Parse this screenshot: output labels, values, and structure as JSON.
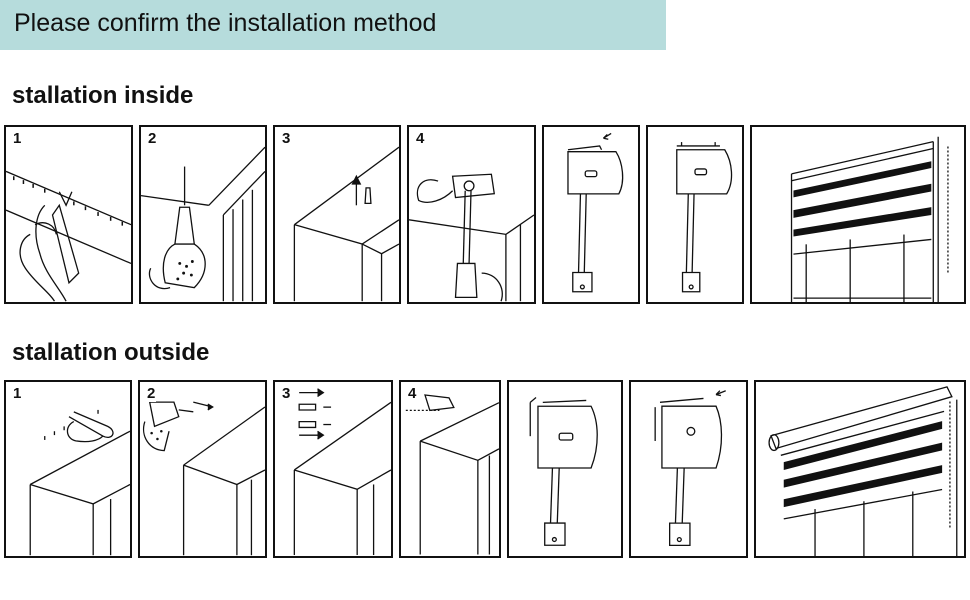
{
  "banner": {
    "title": "Please confirm the installation method",
    "color": "#b6dcdc"
  },
  "inside": {
    "title": "stallation inside",
    "steps": [
      "1",
      "2",
      "3",
      "4"
    ]
  },
  "outside": {
    "title": "stallation outside",
    "steps": [
      "1",
      "2",
      "3",
      "4"
    ]
  },
  "icons": [
    "ruler-marking-icon",
    "drill-icon",
    "wall-anchor-icon",
    "screwdriver-icon",
    "bracket-clip-icon",
    "roller-blind-icon"
  ]
}
